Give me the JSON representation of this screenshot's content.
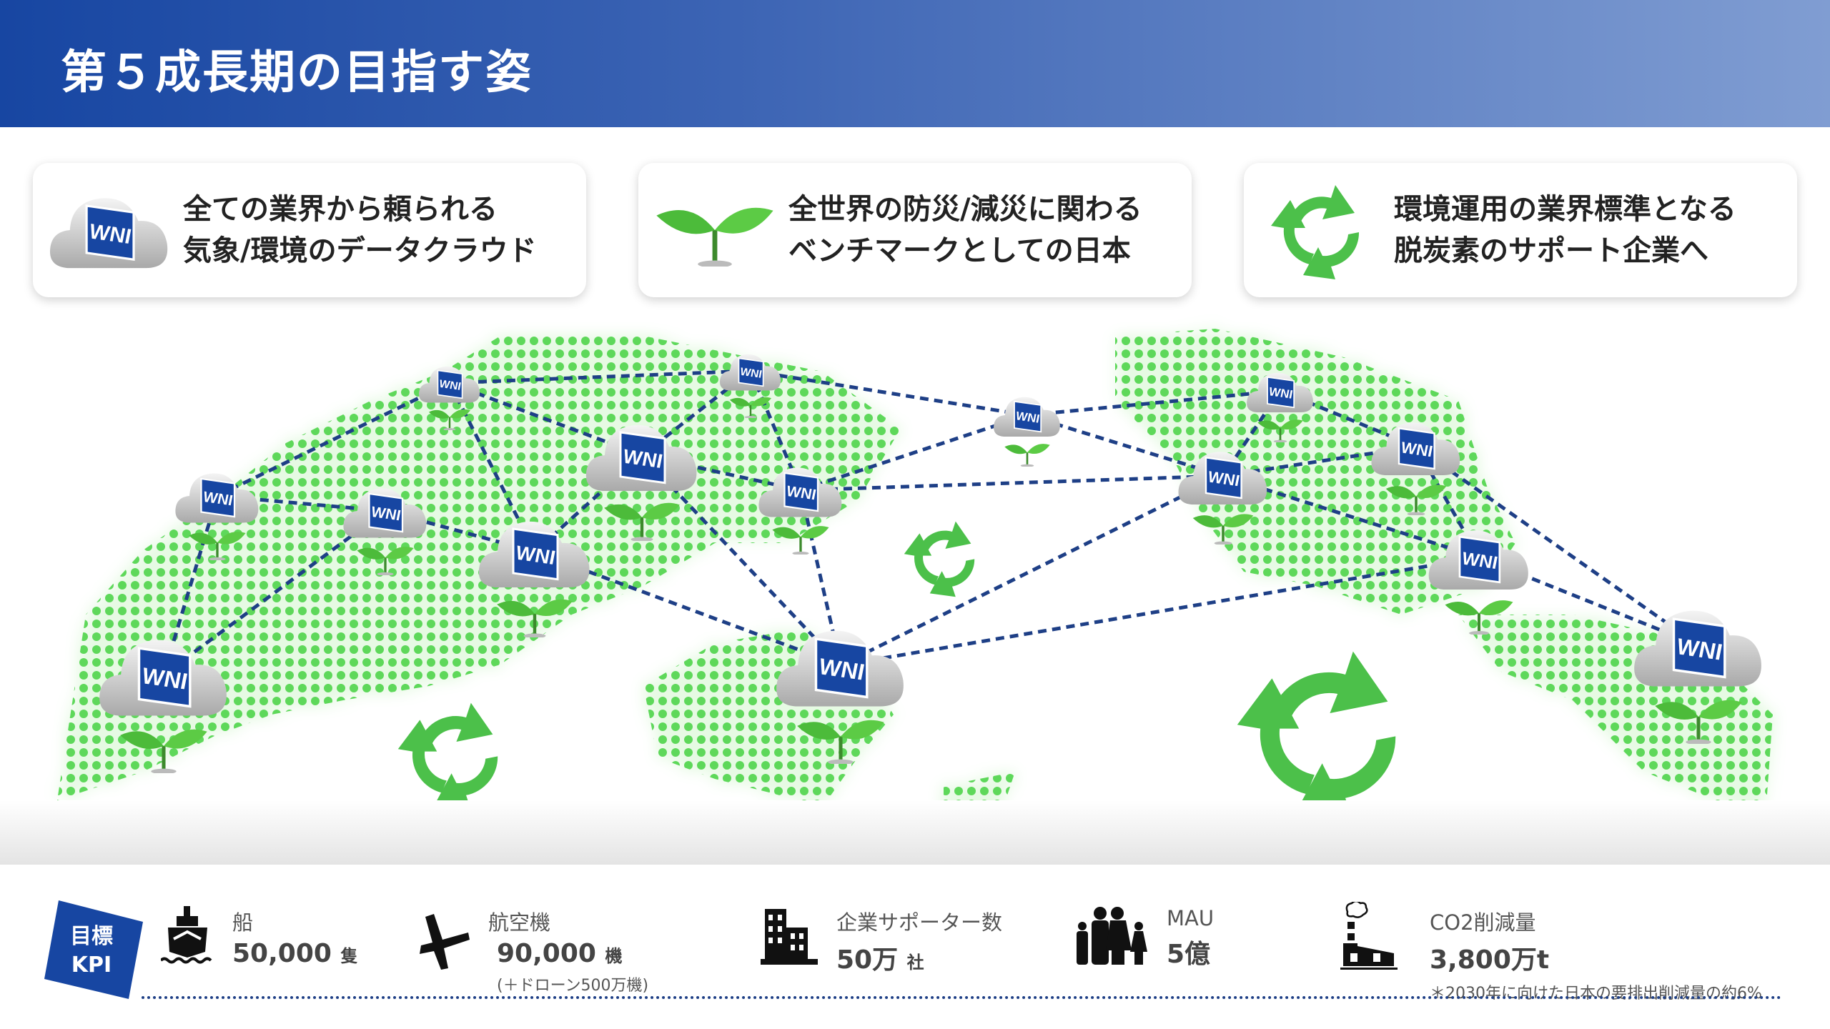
{
  "header": {
    "title": "第５成長期の目指す姿"
  },
  "cards": [
    {
      "icon": "wni-cloud-icon",
      "line1": "全ての業界から頼られる",
      "line2": "気象/環境のデータクラウド"
    },
    {
      "icon": "sprout-icon",
      "line1": "全世界の防災/減災に関わる",
      "line2": "ベンチマークとしての日本"
    },
    {
      "icon": "recycle-icon",
      "line1": "環境運用の業界標準となる",
      "line2": "脱炭素のサポート企業へ"
    }
  ],
  "logo_text": "WNI",
  "kpi": {
    "badge_line1": "目標",
    "badge_line2": "KPI",
    "items": [
      {
        "icon": "ship-icon",
        "label": "船",
        "value": "50,000",
        "unit": "隻"
      },
      {
        "icon": "airplane-icon",
        "label": "航空機",
        "value": "90,000",
        "unit": "機",
        "note": "(＋ドローン500万機)"
      },
      {
        "icon": "building-icon",
        "label": "企業サポーター数",
        "value": "50万",
        "unit": "社"
      },
      {
        "icon": "family-icon",
        "label": "MAU",
        "value": "5億",
        "unit": ""
      },
      {
        "icon": "factory-icon",
        "label": "CO2削減量",
        "value": "3,800万t",
        "unit": "",
        "note": "＊2030年に向けた日本の要排出削減量の約6%"
      }
    ]
  },
  "colors": {
    "header_start": "#1746a2",
    "header_end": "#809dd2",
    "green": "#4cc04a",
    "line": "#1e3f86"
  }
}
